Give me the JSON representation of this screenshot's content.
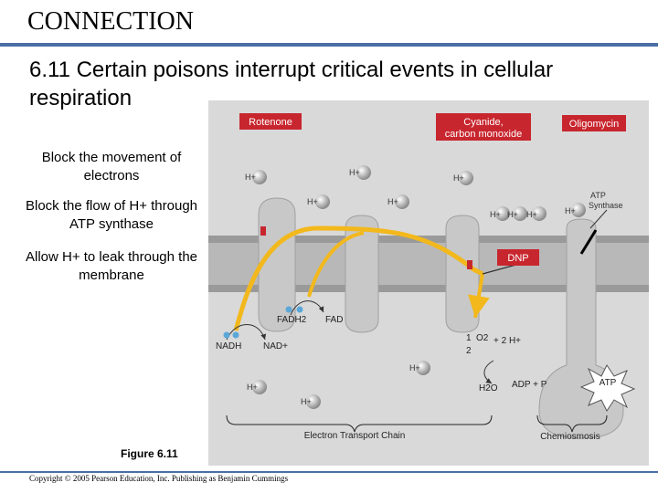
{
  "header": {
    "title": "CONNECTION"
  },
  "slide_title": "6.11 Certain poisons interrupt critical events in cellular respiration",
  "side_notes": [
    "Block the movement of electrons",
    "Block the flow of H+ through ATP synthase",
    "Allow H+ to leak through the membrane"
  ],
  "poisons": {
    "rotenone": "Rotenone",
    "cyanide_line1": "Cyanide,",
    "cyanide_line2": "carbon monoxide",
    "oligomycin": "Oligomycin",
    "dnp": "DNP"
  },
  "labels": {
    "h_plus": "H+",
    "fadh2": "FADH2",
    "fad": "FAD",
    "nadh": "NADH",
    "nad_plus": "NAD+",
    "oxygen_coef1": "1",
    "oxygen_coef2": "2",
    "oxygen": "O2",
    "plus_2h": "+ 2 H+",
    "water": "H2O",
    "adp_p": "ADP + P",
    "atp": "ATP",
    "atp_synthase_line1": "ATP",
    "atp_synthase_line2": "Synthase",
    "etc": "Electron Transport Chain",
    "chemiosmosis": "Chemiosmosis"
  },
  "figure_label": "Figure 6.11",
  "copyright": "Copyright © 2005 Pearson Education, Inc. Publishing as Benjamin Cummings",
  "colors": {
    "accent_rule": "#4a6fa5",
    "poison_box": "#c8262e",
    "electron_path": "#f2b81c",
    "membrane": "#a9a9a9",
    "background_panel": "#d9d9d9"
  }
}
